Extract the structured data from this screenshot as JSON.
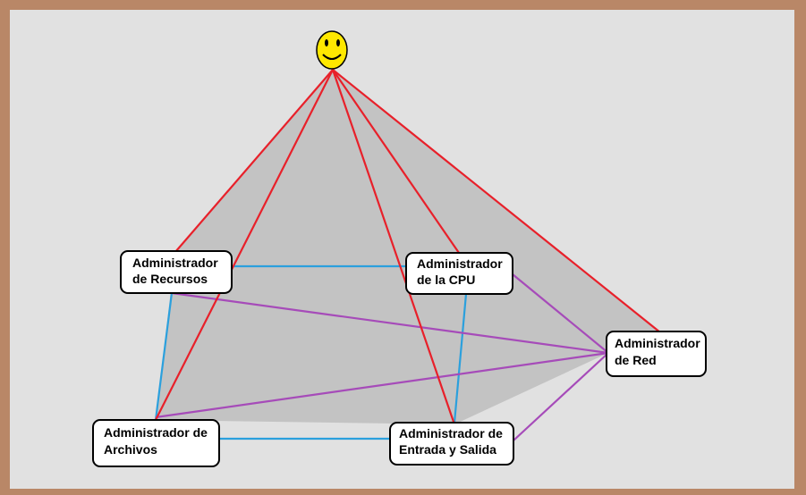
{
  "colors": {
    "outer_border": "#b98767",
    "canvas_bg": "#e1e1e1",
    "pyramid_fill": "#c3c3c3",
    "red_link": "#e8202a",
    "blue_link": "#2ba0dd",
    "purple_link": "#a64bb9",
    "smiley_fill": "#ffe800",
    "node_fill": "#ffffff",
    "node_stroke": "#000000"
  },
  "user": {
    "icon": "smiley-face-icon"
  },
  "nodes": [
    {
      "id": "recursos",
      "line1": "Administrador",
      "line2": "de Recursos"
    },
    {
      "id": "cpu",
      "line1": "Administrador",
      "line2": "de la CPU"
    },
    {
      "id": "red",
      "line1": "Administrador",
      "line2": "de Red"
    },
    {
      "id": "archivos",
      "line1": "Administrador de",
      "line2": "Archivos"
    },
    {
      "id": "es",
      "line1": "Administrador de",
      "line2": "Entrada y Salida"
    }
  ],
  "links": {
    "user_to": [
      "recursos",
      "archivos",
      "es",
      "cpu",
      "red"
    ],
    "blue": [
      [
        "recursos",
        "cpu"
      ],
      [
        "recursos",
        "archivos"
      ],
      [
        "cpu",
        "es"
      ],
      [
        "archivos",
        "es"
      ]
    ],
    "purple": [
      [
        "recursos",
        "red"
      ],
      [
        "archivos",
        "red"
      ],
      [
        "cpu",
        "red"
      ],
      [
        "es",
        "red"
      ]
    ]
  }
}
